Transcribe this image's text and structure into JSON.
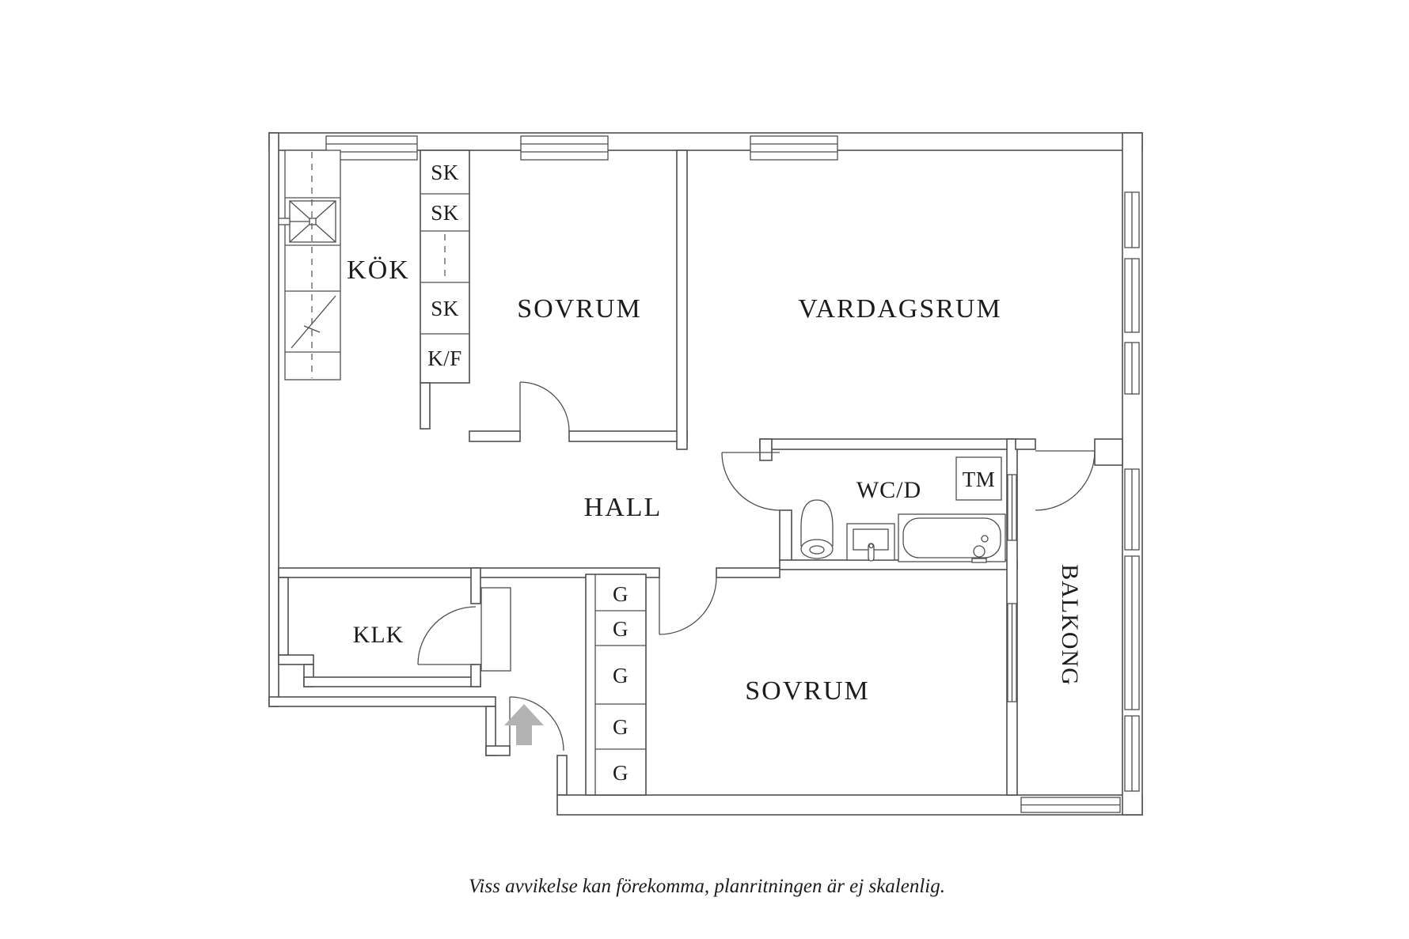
{
  "rooms": {
    "kitchen": "KÖK",
    "bedroom1": "SOVRUM",
    "living_room": "VARDAGSRUM",
    "hall": "HALL",
    "bathroom": "WC/D",
    "closet_room": "KLK",
    "bedroom2": "SOVRUM",
    "balcony": "BALKONG"
  },
  "appliances": {
    "washing_machine": "TM"
  },
  "cabinets": [
    "SK",
    "SK",
    "SK",
    "K/F"
  ],
  "wardrobes": [
    "G",
    "G",
    "G",
    "G",
    "G"
  ],
  "caption": "Viss avvikelse kan förekomma, planritningen är ej skalenlig.",
  "colors": {
    "wall_line": "#4f4f4f",
    "text": "#1c1c1c",
    "entry_arrow": "#b3b3b3",
    "background": "#ffffff"
  }
}
